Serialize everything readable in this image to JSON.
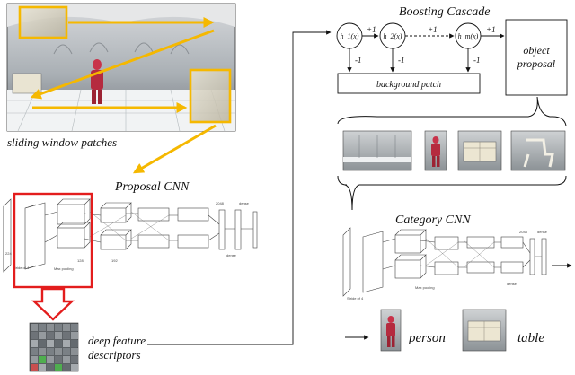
{
  "labels": {
    "sliding_window": "sliding window patches",
    "proposal_cnn": "Proposal CNN",
    "boosting_cascade": "Boosting Cascade",
    "category_cnn": "Category CNN",
    "deep_feature_line1": "deep feature",
    "deep_feature_line2": "descriptors",
    "object_line1": "object",
    "object_line2": "proposal",
    "background_patch": "background patch",
    "person": "person",
    "table": "table"
  },
  "cascade": {
    "nodes": [
      "h_1(x)",
      "h_2(x)",
      "h_m(x)"
    ],
    "pos_edge": "+1",
    "neg_edge": "-1"
  },
  "cnn_tiny_labels": {
    "dense": "dense",
    "max_pooling": "Max pooling",
    "stride": "Stride of 4",
    "n2048": "2048",
    "n128": "128",
    "n192": "192",
    "n224": "224"
  },
  "colors": {
    "yellow": "#f5b800",
    "red": "#e31d1d",
    "line": "#111111"
  }
}
